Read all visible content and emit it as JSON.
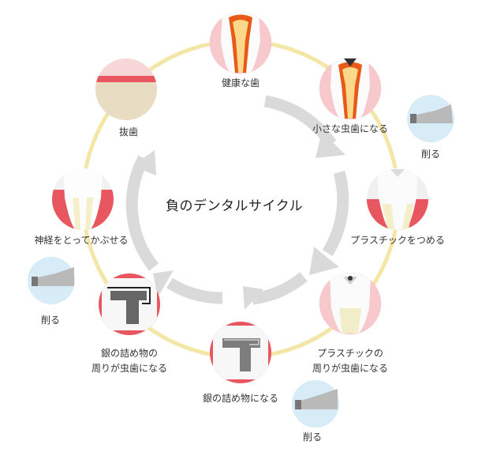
{
  "diagram": {
    "title": "負のデンタルサイクル",
    "stages": {
      "healthy": "健康な歯",
      "small_cavity": "小さな虫歯になる",
      "plastic_fill": "プラスチックをつめる",
      "plastic_cavity_1": "プラスチックの",
      "plastic_cavity_2": "周りが虫歯になる",
      "silver_fill": "銀の詰め物になる",
      "silver_cavity_1": "銀の詰め物の",
      "silver_cavity_2": "周りが虫歯になる",
      "crown": "神経をとってかぶせる",
      "extraction": "抜歯"
    },
    "drill_labels": {
      "drill_1": "削る",
      "drill_2": "削る",
      "drill_3": "削る"
    }
  },
  "colors": {
    "ring": "#f3e6a6",
    "arrow": "#d9d9d9",
    "gum": "#e8565f",
    "tooth": "#fdfdfd",
    "pulp": "#e85a18",
    "drill_bg": "#d7ecf7",
    "silver": "#8c8c8c"
  }
}
